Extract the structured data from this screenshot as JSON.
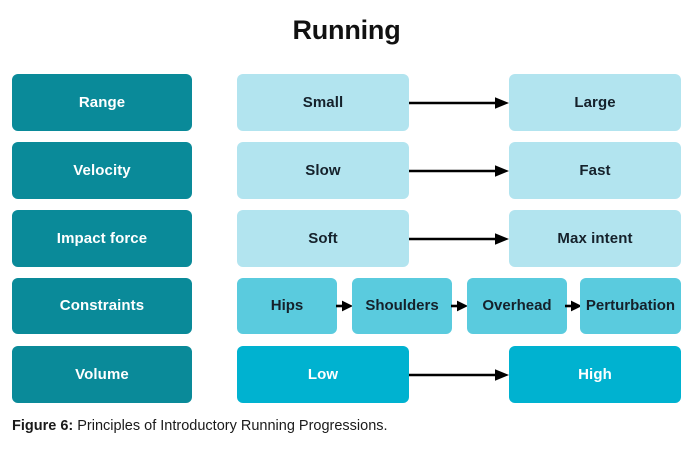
{
  "figure": {
    "title": "Running",
    "caption_label": "Figure 6:",
    "caption_text": "Principles of Introductory Running Progressions.",
    "colors": {
      "label_box": "#0A8A99",
      "pale_box": "#B2E4EF",
      "chip_box": "#5ACBDE",
      "volume_box": "#00B2D0",
      "arrow": "#000000",
      "background": "#FFFFFF",
      "title_text": "#111111"
    }
  },
  "rows": [
    {
      "label": "Range",
      "kind": "pair",
      "start": "Small",
      "end": "Large",
      "arrow": "arrow-right-icon"
    },
    {
      "label": "Velocity",
      "kind": "pair",
      "start": "Slow",
      "end": "Fast",
      "arrow": "arrow-right-icon"
    },
    {
      "label": "Impact force",
      "kind": "pair",
      "start": "Soft",
      "end": "Max intent",
      "arrow": "arrow-right-icon"
    },
    {
      "label": "Constraints",
      "kind": "chain",
      "steps": [
        "Hips",
        "Shoulders",
        "Overhead",
        "Perturbation"
      ],
      "arrow": "arrow-right-icon"
    },
    {
      "label": "Volume",
      "kind": "pair",
      "start": "Low",
      "end": "High",
      "arrow": "arrow-right-icon"
    }
  ]
}
